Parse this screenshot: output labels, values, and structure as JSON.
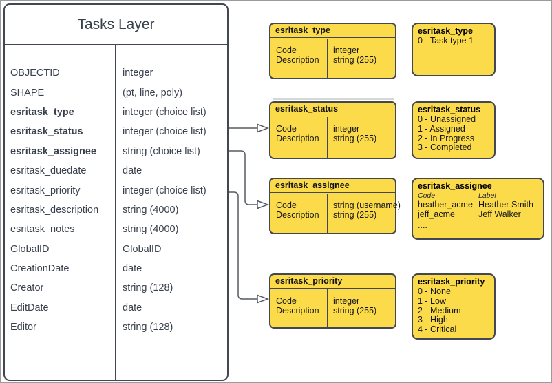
{
  "colors": {
    "box_fill": "#fbdb4a",
    "stroke": "#424751",
    "table_text": "#39414d",
    "connector": "#555b63"
  },
  "tasks_layer": {
    "title": "Tasks Layer",
    "fields": [
      {
        "name": "OBJECTID",
        "type": "integer"
      },
      {
        "name": "SHAPE",
        "type": "(pt, line, poly)"
      },
      {
        "name": "esritask_type",
        "type": "integer (choice list)"
      },
      {
        "name": "esritask_status",
        "type": "integer (choice list)"
      },
      {
        "name": "esritask_assignee",
        "type": "string (choice list)"
      },
      {
        "name": "esritask_duedate",
        "type": "date"
      },
      {
        "name": "esritask_priority",
        "type": "integer (choice list)"
      },
      {
        "name": "esritask_description",
        "type": "string (4000)"
      },
      {
        "name": "esritask_notes",
        "type": "string (4000)"
      },
      {
        "name": "GlobalID",
        "type": "GlobalID"
      },
      {
        "name": "CreationDate",
        "type": "date"
      },
      {
        "name": "Creator",
        "type": "string (128)"
      },
      {
        "name": "EditDate",
        "type": "date"
      },
      {
        "name": "Editor",
        "type": "string (128)"
      }
    ]
  },
  "domain_tables": [
    {
      "title": "esritask_type",
      "fields": [
        "Code",
        "Description"
      ],
      "types": [
        "integer",
        "string (255)"
      ]
    },
    {
      "title": "esritask_status",
      "fields": [
        "Code",
        "Description"
      ],
      "types": [
        "integer",
        "string (255)"
      ]
    },
    {
      "title": "esritask_assignee",
      "fields": [
        "Code",
        "Description"
      ],
      "types": [
        "string (username)",
        "string (255)"
      ]
    },
    {
      "title": "esritask_priority",
      "fields": [
        "Code",
        "Description"
      ],
      "types": [
        "integer",
        "string (255)"
      ]
    }
  ],
  "value_lists": {
    "type": {
      "title": "esritask_type",
      "values": [
        "0 - Task type 1"
      ]
    },
    "status": {
      "title": "esritask_status",
      "values": [
        "0 - Unassigned",
        "1 - Assigned",
        "2 - In Progress",
        "3 - Completed"
      ]
    },
    "assignee": {
      "title": "esritask_assignee",
      "col_headers": [
        "Code",
        "Label"
      ],
      "rows": [
        [
          "heather_acme",
          "Heather Smith"
        ],
        [
          "jeff_acme",
          "Jeff Walker"
        ]
      ],
      "ellipsis": "...."
    },
    "priority": {
      "title": "esritask_priority",
      "values": [
        "0 - None",
        "1 - Low",
        "2 - Medium",
        "3 - High",
        "4 - Critical"
      ]
    }
  }
}
